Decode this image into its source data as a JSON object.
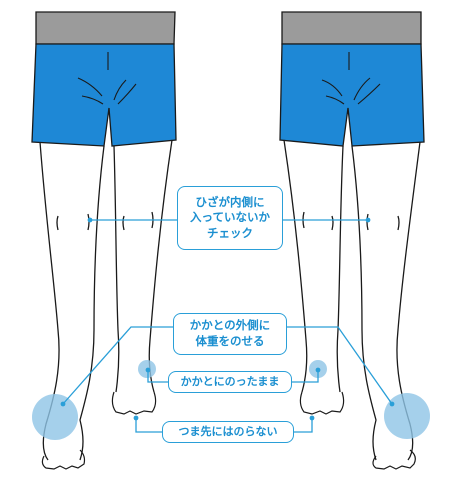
{
  "colors": {
    "shorts": "#1e88d6",
    "shirt": "#9b9b9b",
    "line": "#1a1a1a",
    "accent": "#2a9fd8",
    "text": "#1b8fd0",
    "highlight": "#8ec4e6"
  },
  "callouts": {
    "knee": [
      "ひざが内側に",
      "入っていないか",
      "チェック"
    ],
    "heel_outer": [
      "かかとの外側に",
      "体重をのせる"
    ],
    "heel_stay": "かかとにのったまま",
    "toe": "つま先にはのらない"
  }
}
